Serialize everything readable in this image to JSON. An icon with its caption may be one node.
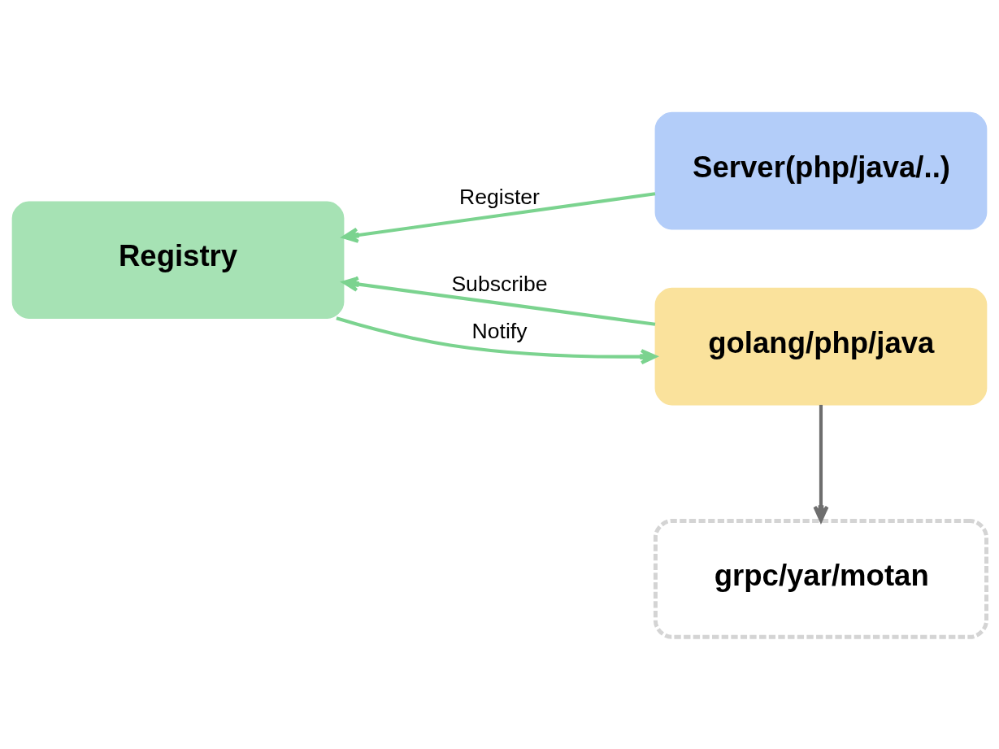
{
  "diagram": {
    "nodes": [
      {
        "text": [
          "Server(php/java/..)"
        ]
      },
      {
        "text": [
          "grpc/yar/motan"
        ]
      },
      {
        "text": [
          "Registry"
        ]
      },
      {
        "text": [
          "golang/php/java"
        ]
      }
    ],
    "edges": [
      {
        "from": 0,
        "to": 2,
        "arrow": "to",
        "label": "Register"
      },
      {
        "from": 3,
        "to": 2,
        "arrow": "to",
        "label": "Subscribe"
      },
      {
        "from": 2,
        "to": 3,
        "arrow": "to",
        "label": "Notify"
      },
      {
        "from": 3,
        "to": 1,
        "arrow": "to",
        "color": "#6e6e6e"
      }
    ]
  }
}
